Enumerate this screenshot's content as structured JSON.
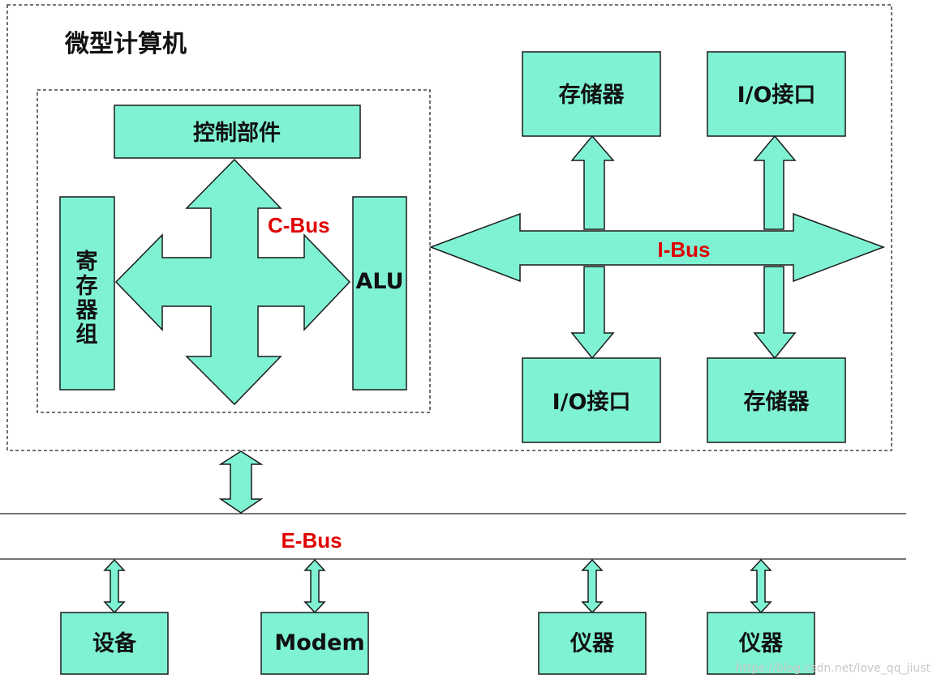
{
  "title": "微型计算机",
  "colors": {
    "box_fill": "#7ff2d4",
    "bus_label": "#e00000"
  },
  "cpu": {
    "control_unit": "控制部件",
    "register_group_chars": [
      "寄",
      "存",
      "器",
      "组"
    ],
    "alu": "ALU",
    "cbus": "C-Bus"
  },
  "ibus": {
    "label": "I-Bus",
    "top_left": "存储器",
    "top_right": "I/O接口",
    "bottom_left": "I/O接口",
    "bottom_right": "存储器"
  },
  "ebus": {
    "label": "E-Bus",
    "devices": [
      "设备",
      "Modem",
      "仪器",
      "仪器"
    ]
  },
  "watermark": "https://blog.csdn.net/love_qq_jiust"
}
